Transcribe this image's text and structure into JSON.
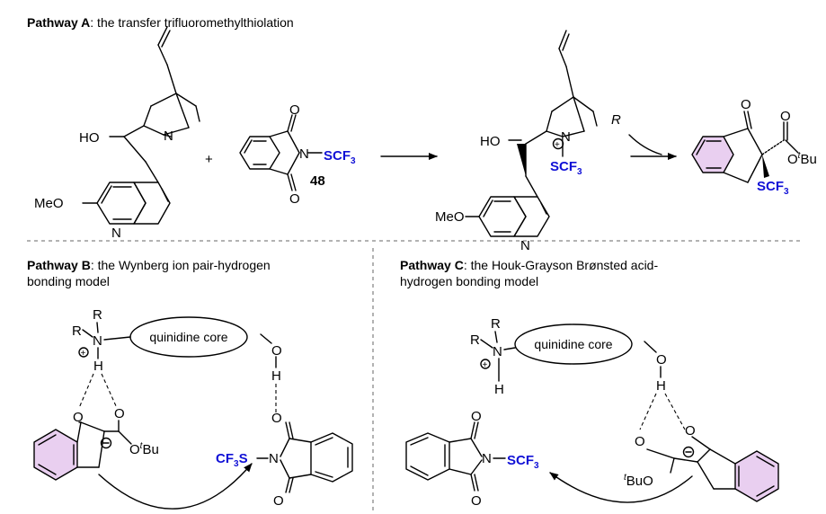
{
  "pathway_a": {
    "label": "Pathway A",
    "title": ": the transfer trifluoromethylthiolation",
    "reagent_number": "48",
    "plus": "+",
    "reagent_group": "SCF",
    "reagent_sub": "3",
    "catalyst_oh": "HO",
    "catalyst_ome": "MeO",
    "catalyst_n_ring": "N",
    "catalyst_n_quin": "N",
    "intermediate_oh": "HO",
    "intermediate_ome": "MeO",
    "intermediate_group": "SCF",
    "intermediate_sub": "3",
    "arrow_reagent": "R",
    "product_ester": "O",
    "product_ester_sup": "t",
    "product_ester_tail": "Bu",
    "product_group": "SCF",
    "product_sub": "3",
    "product_o_ketone": "O",
    "product_o_ester": "O"
  },
  "pathway_b": {
    "label": "Pathway B",
    "title_line1": ": the Wynberg ion pair-hydrogen",
    "title_line2": "bonding model",
    "core_label": "quinidine core",
    "r1": "R",
    "r2": "R",
    "n": "N",
    "h_n": "H",
    "o_h": "O",
    "h_o": "H",
    "o_enol": "O",
    "o_carbonyl": "O",
    "o_ester": "O",
    "ester_sup": "t",
    "ester_tail": "Bu",
    "group_left": "CF",
    "group_sub": "3",
    "group_s": "S",
    "imide_n": "N",
    "imide_o_top": "O",
    "imide_o_bottom": "O"
  },
  "pathway_c": {
    "label": "Pathway C",
    "title_line1": ": the Houk-Grayson Brønsted acid-",
    "title_line2": "hydrogen bonding model",
    "core_label": "quinidine core",
    "r1": "R",
    "r2": "R",
    "n": "N",
    "h_n": "H",
    "o_h": "O",
    "h_o": "H",
    "o_carbonyl": "O",
    "o_enol": "O",
    "ester_sup": "t",
    "ester_tail": "BuO",
    "imide_n": "N",
    "imide_o_top": "O",
    "imide_o_bottom": "O",
    "group": "SCF",
    "group_sub": "3"
  }
}
